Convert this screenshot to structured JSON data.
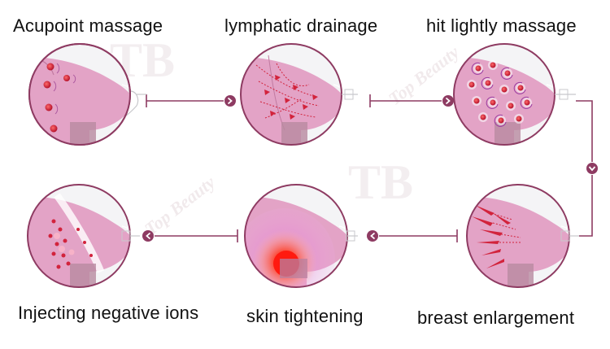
{
  "steps": [
    {
      "label": "Acupoint massage"
    },
    {
      "label": "lymphatic drainage"
    },
    {
      "label": "hit lightly massage"
    },
    {
      "label": "breast enlargement"
    },
    {
      "label": "skin tightening"
    },
    {
      "label": "Injecting negative ions"
    }
  ],
  "watermark": {
    "text": "Top Beauty",
    "logo": "TB"
  },
  "colors": {
    "accent": "#8e3b62",
    "skin": "#e3a3c6",
    "skin_dark": "#c07aa0",
    "circle_bg": "#f3f3f5",
    "dot": "#d2233c",
    "heat": "#ff2a1a"
  },
  "icons": [
    "arrow-right-icon",
    "arrow-down-icon",
    "arrow-left-icon"
  ]
}
